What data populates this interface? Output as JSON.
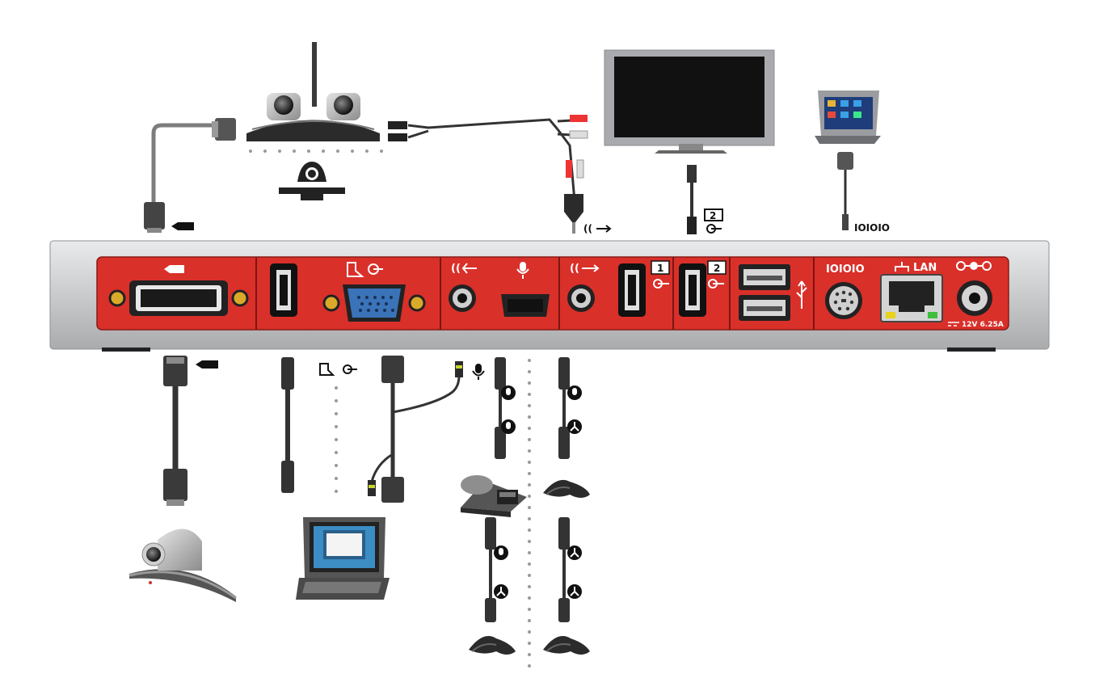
{
  "labels": {
    "serial_top": "IOIOIO",
    "serial_panel": "IOIOIO",
    "lan": "LAN",
    "power": "12V 6.25A",
    "display1_number": "1",
    "display2_number": "2",
    "display2_cable_number": "2"
  },
  "colors": {
    "panel_red": "#d9302a",
    "chassis_silver": "#c8cacc",
    "cable_dark": "#333333",
    "port_black": "#1a1a1a",
    "vga_blue": "#3a73b8",
    "lan_yellow": "#e8d21a",
    "lan_green": "#3cbf3c"
  },
  "icons": [
    "camera-icon",
    "content-icon",
    "audio-in-icon",
    "audio-out-icon",
    "microphone-icon",
    "display-icon",
    "usb-icon",
    "network-icon",
    "power-polarity-icon",
    "serial-icon",
    "speaker-icon"
  ],
  "devices": [
    "main-camera",
    "dual-camera-array",
    "monitor",
    "touch-controller",
    "laptop",
    "conference-phone",
    "tabletop-microphone"
  ]
}
